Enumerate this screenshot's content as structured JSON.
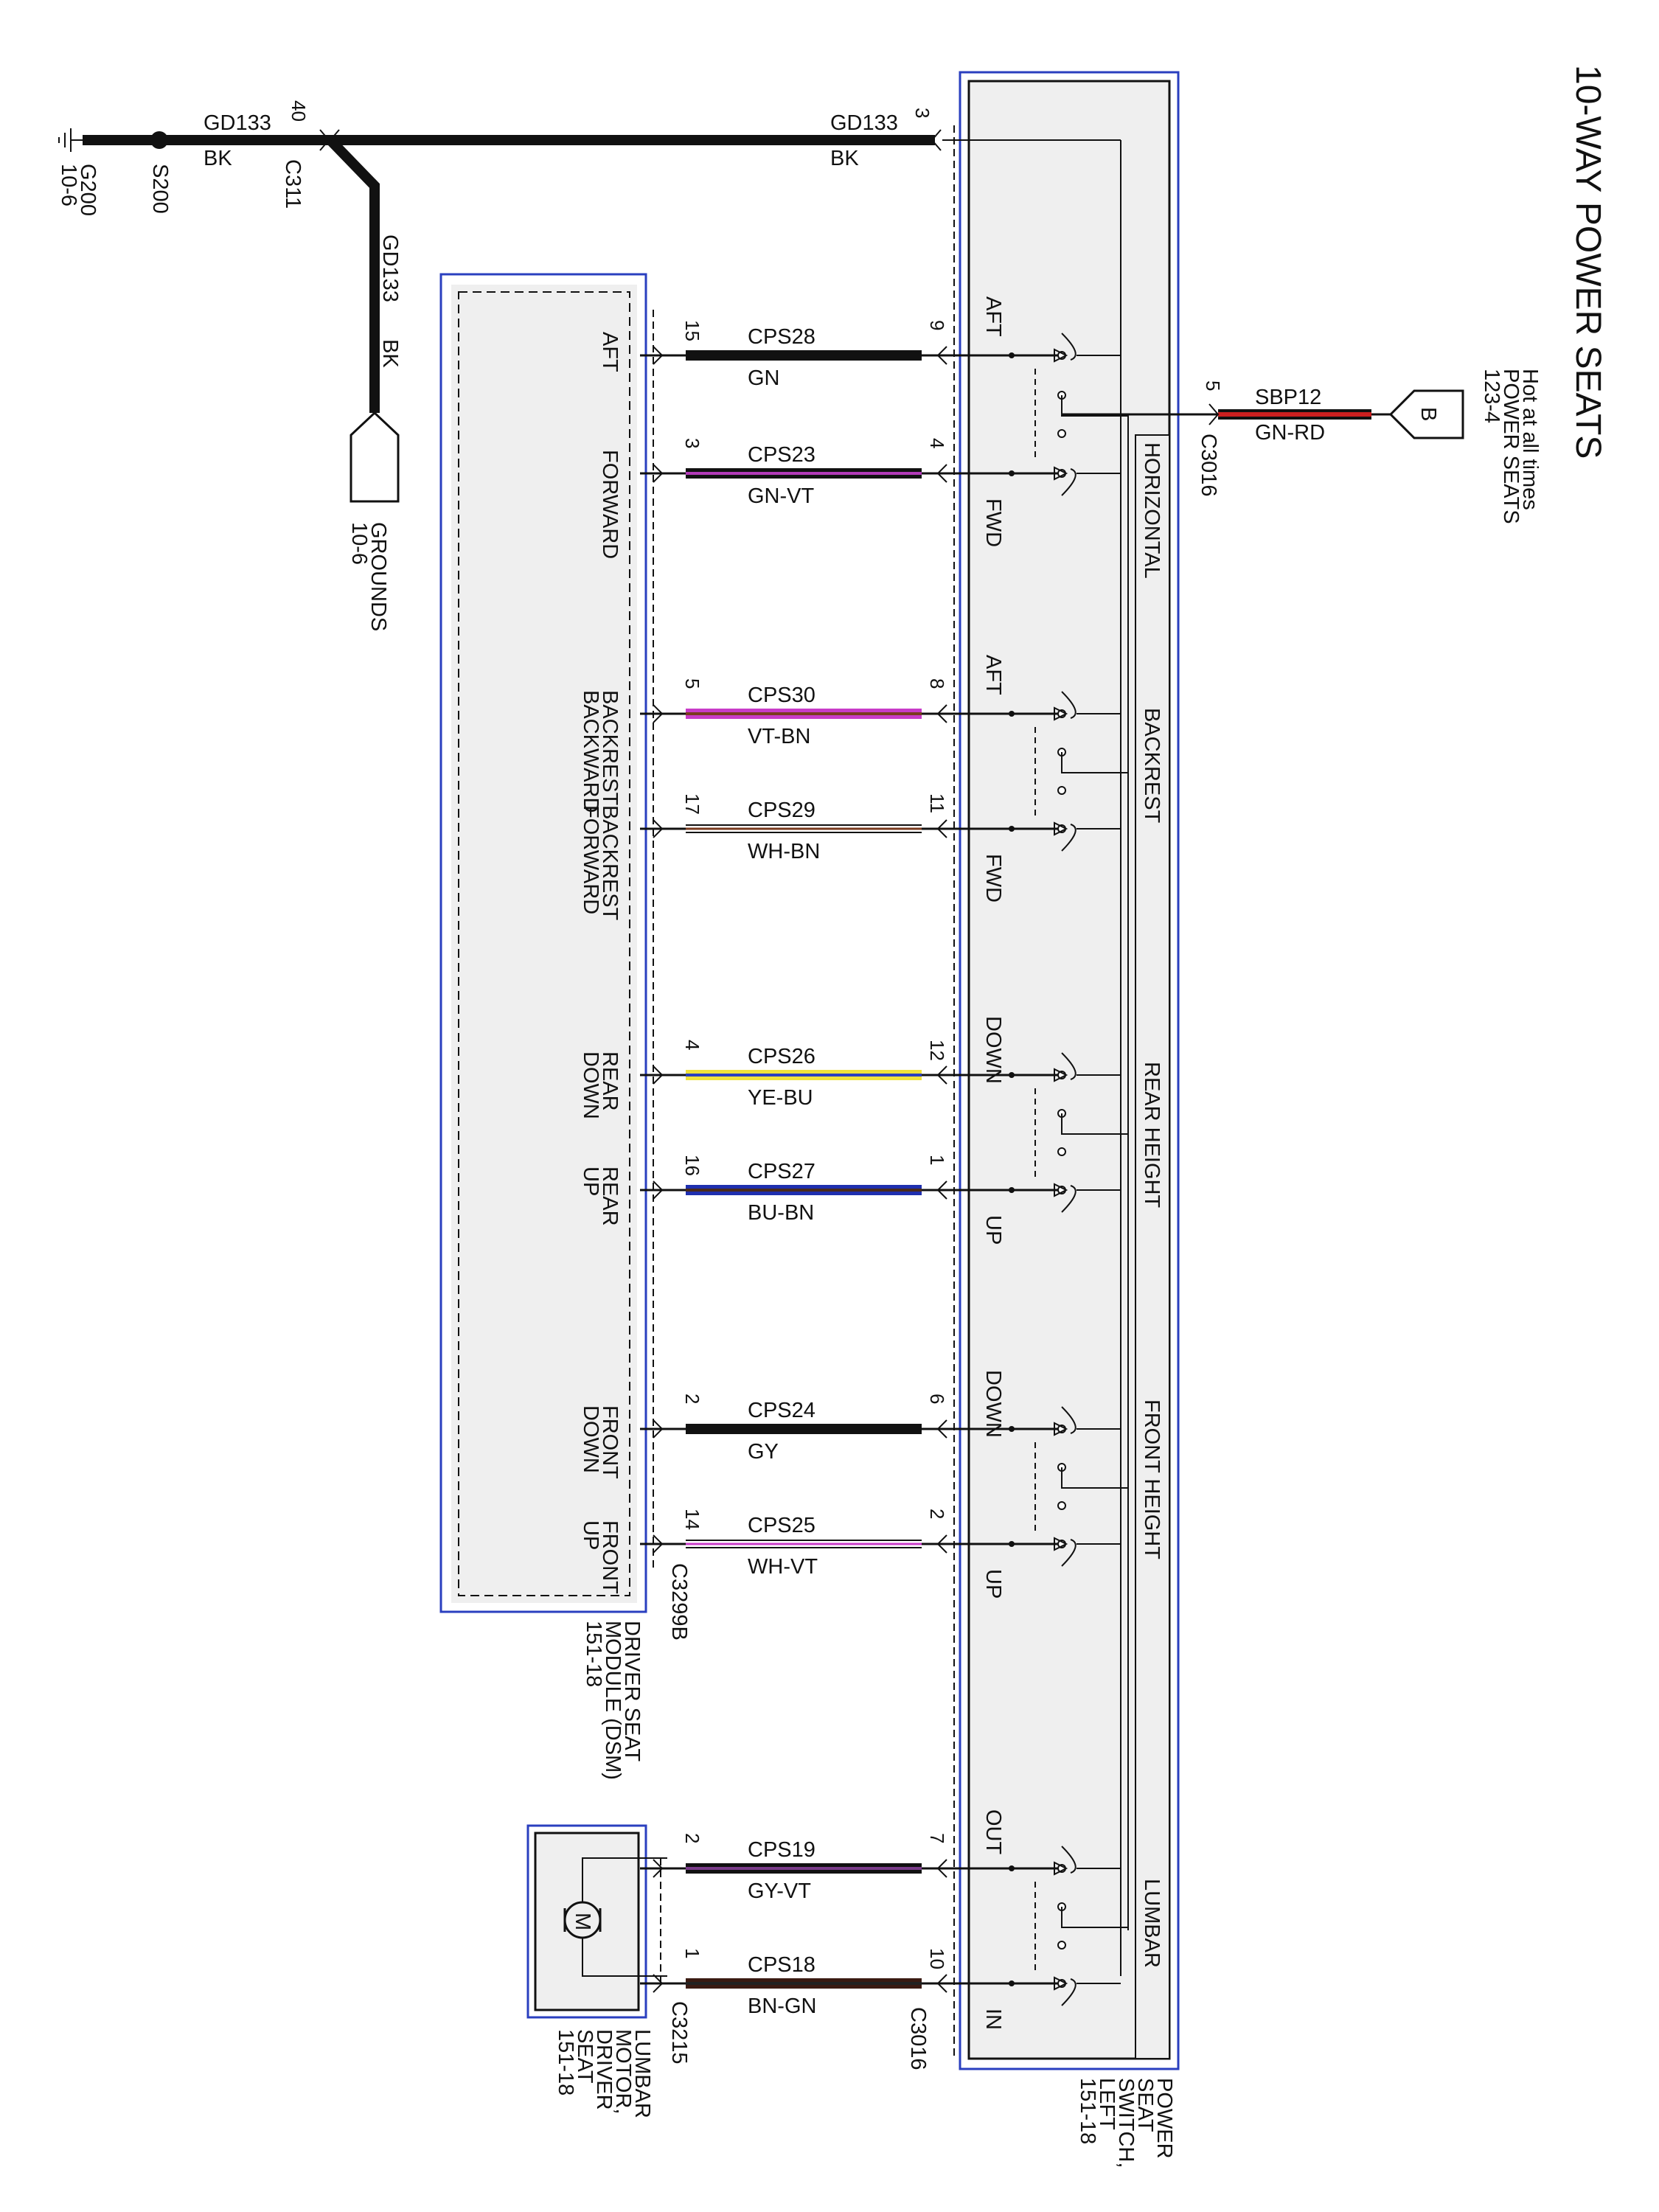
{
  "title": "10-WAY POWER SEATS",
  "power_source": {
    "note_line1": "Hot at all times",
    "note_line2": "POWER SEATS",
    "note_line3": "123-4",
    "connector_letter": "B",
    "wire": "SBP12",
    "color": "GN-RD",
    "pin": "5",
    "connector": "C3016",
    "wire_hex": "#cc1f1f"
  },
  "ground": {
    "wire_left": "GD133",
    "color_left": "BK",
    "wire_right": "GD133",
    "color_right": "BK",
    "wire_branch": "GD133",
    "color_branch": "BK",
    "g200": "G200",
    "g200_page": "10-6",
    "splice": "S200",
    "c311": "C311",
    "c311_pin": "40",
    "switch_pin": "3",
    "grounds_label": "GROUNDS",
    "grounds_page": "10-6"
  },
  "switch": {
    "name_line1": "POWER",
    "name_line2": "SEAT",
    "name_line3": "SWITCH,",
    "name_line4": "LEFT",
    "page": "151-18",
    "connector": "C3016",
    "sections": [
      {
        "label": "HORIZONTAL",
        "up_dir": "AFT",
        "down_dir": "FWD"
      },
      {
        "label": "BACKREST",
        "up_dir": "AFT",
        "down_dir": "FWD"
      },
      {
        "label": "REAR HEIGHT",
        "up_dir": "DOWN",
        "down_dir": "UP"
      },
      {
        "label": "FRONT HEIGHT",
        "up_dir": "DOWN",
        "down_dir": "UP"
      },
      {
        "label": "LUMBAR",
        "up_dir": "OUT",
        "down_dir": "IN"
      }
    ]
  },
  "dsm": {
    "name_line1": "DRIVER SEAT",
    "name_line2": "MODULE (DSM)",
    "page": "151-18",
    "connector": "C3299B",
    "inputs": [
      {
        "line1": "AFT",
        "line2": ""
      },
      {
        "line1": "FORWARD",
        "line2": ""
      },
      {
        "line1": "BACKREST",
        "line2": "BACKWARD"
      },
      {
        "line1": "BACKREST",
        "line2": "FORWARD"
      },
      {
        "line1": "REAR",
        "line2": "DOWN"
      },
      {
        "line1": "REAR",
        "line2": "UP"
      },
      {
        "line1": "FRONT",
        "line2": "DOWN"
      },
      {
        "line1": "FRONT",
        "line2": "UP"
      }
    ]
  },
  "motor": {
    "name_line1": "LUMBAR",
    "name_line2": "MOTOR,",
    "name_line3": "DRIVER",
    "name_line4": "SEAT",
    "page": "151-18",
    "connector": "C3215",
    "symbol": "M"
  },
  "wires": [
    {
      "circuit": "CPS28",
      "color": "GN",
      "left_pin": "15",
      "right_pin": "9",
      "hex": "#111111",
      "stripe": ""
    },
    {
      "circuit": "CPS23",
      "color": "GN-VT",
      "left_pin": "3",
      "right_pin": "4",
      "hex": "#111111",
      "stripe": "#b23ab8"
    },
    {
      "circuit": "CPS30",
      "color": "VT-BN",
      "left_pin": "5",
      "right_pin": "8",
      "hex": "#c83cc8",
      "stripe": "#7a3b1f"
    },
    {
      "circuit": "CPS29",
      "color": "WH-BN",
      "left_pin": "17",
      "right_pin": "11",
      "hex": "#ffffff",
      "stripe": "#7a3b1f"
    },
    {
      "circuit": "CPS26",
      "color": "YE-BU",
      "left_pin": "4",
      "right_pin": "12",
      "hex": "#f0e23a",
      "stripe": "#2a3fbf"
    },
    {
      "circuit": "CPS27",
      "color": "BU-BN",
      "left_pin": "16",
      "right_pin": "1",
      "hex": "#1f2fae",
      "stripe": "#4a2a1a"
    },
    {
      "circuit": "CPS24",
      "color": "GY",
      "left_pin": "2",
      "right_pin": "6",
      "hex": "#111111",
      "stripe": ""
    },
    {
      "circuit": "CPS25",
      "color": "WH-VT",
      "left_pin": "14",
      "right_pin": "2",
      "hex": "#ffffff",
      "stripe": "#c83cc8"
    },
    {
      "circuit": "CPS19",
      "color": "GY-VT",
      "left_pin": "2",
      "right_pin": "7",
      "hex": "#111111",
      "stripe": "#7a3b8a"
    },
    {
      "circuit": "CPS18",
      "color": "BN-GN",
      "left_pin": "1",
      "right_pin": "10",
      "hex": "#3a1a12",
      "stripe": "#222222"
    }
  ]
}
